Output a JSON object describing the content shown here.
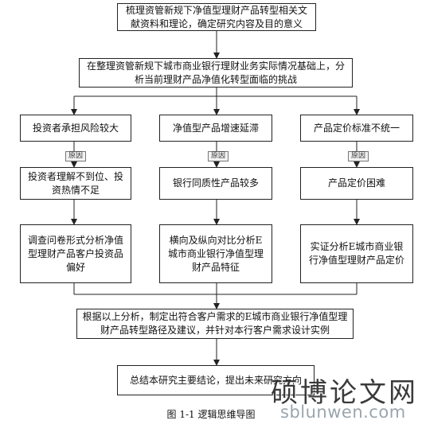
{
  "boxes": {
    "b1": "梳理资管新规下净值型理财产品转型相关文献资料和理论，确定研究内容及目的意义",
    "b2": "在整理资管新规下城市商业银行理财业务实际情况基础上，分析当前理财产品净值化转型面临的挑战",
    "c1": "投资者承担风险较大",
    "c2": "净值型产品增速延滞",
    "c3": "产品定价标准不统一",
    "d1": "投资者理解不到位、投资热情不足",
    "d2": "银行同质性产品较多",
    "d3": "产品定价困难",
    "e1": "调查问卷形式分析净值型理财产品客户投资品偏好",
    "e2": "横向及纵向对比分析E城市商业银行净值型理财产品特征",
    "e3": "实证分析E城市商业银行净值型理财产品定价",
    "f": "根据以上分析，制定出符合客户需求的E城市商业银行净值型理财产品转型路径及建议，并针对本行客户需求设计实例",
    "g": "总结本研究主要结论，提出未来研究方向"
  },
  "tags": {
    "t1": "原因",
    "t2": "原因",
    "t3": "原因"
  },
  "caption": "图 1-1 逻辑思维导图",
  "watermark": {
    "cn": "硕博论文网",
    "url": "sblunwen.com"
  }
}
